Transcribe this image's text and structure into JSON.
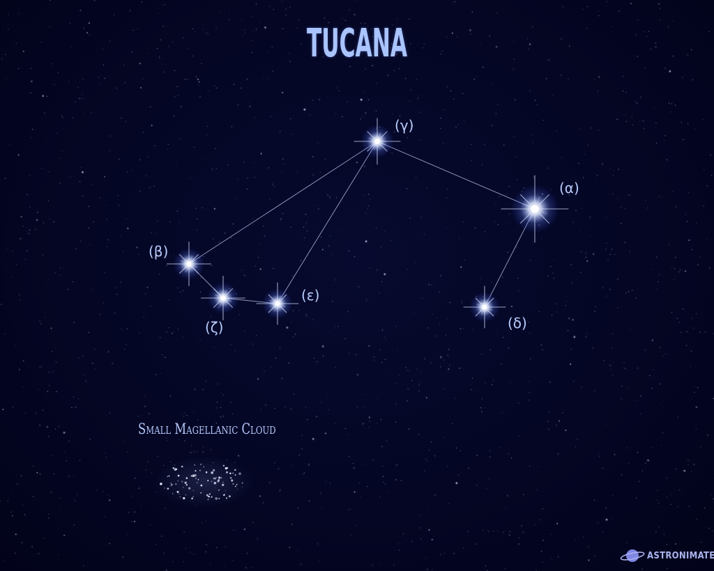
{
  "title": "TUCANA",
  "colors": {
    "background": "#030521",
    "title": "#a9c4ff",
    "line": "#c9d6ff",
    "label": "#b9cdfd",
    "logo": "#8f96ea"
  },
  "stars": [
    {
      "id": "gamma",
      "label": "(γ)"
    },
    {
      "id": "alpha",
      "label": "(α)"
    },
    {
      "id": "beta",
      "label": "(β)"
    },
    {
      "id": "zeta",
      "label": "(ζ)"
    },
    {
      "id": "epsilon",
      "label": "(ε)"
    },
    {
      "id": "delta",
      "label": "(δ)"
    }
  ],
  "connections": [
    [
      "beta",
      "gamma"
    ],
    [
      "gamma",
      "epsilon"
    ],
    [
      "gamma",
      "alpha"
    ],
    [
      "alpha",
      "delta"
    ],
    [
      "beta",
      "zeta"
    ],
    [
      "zeta",
      "epsilon"
    ]
  ],
  "deep_sky": {
    "label": "Small Magellanic Cloud"
  },
  "brand": {
    "name": "ASTRONIMATE",
    "icon": "planet-icon"
  }
}
